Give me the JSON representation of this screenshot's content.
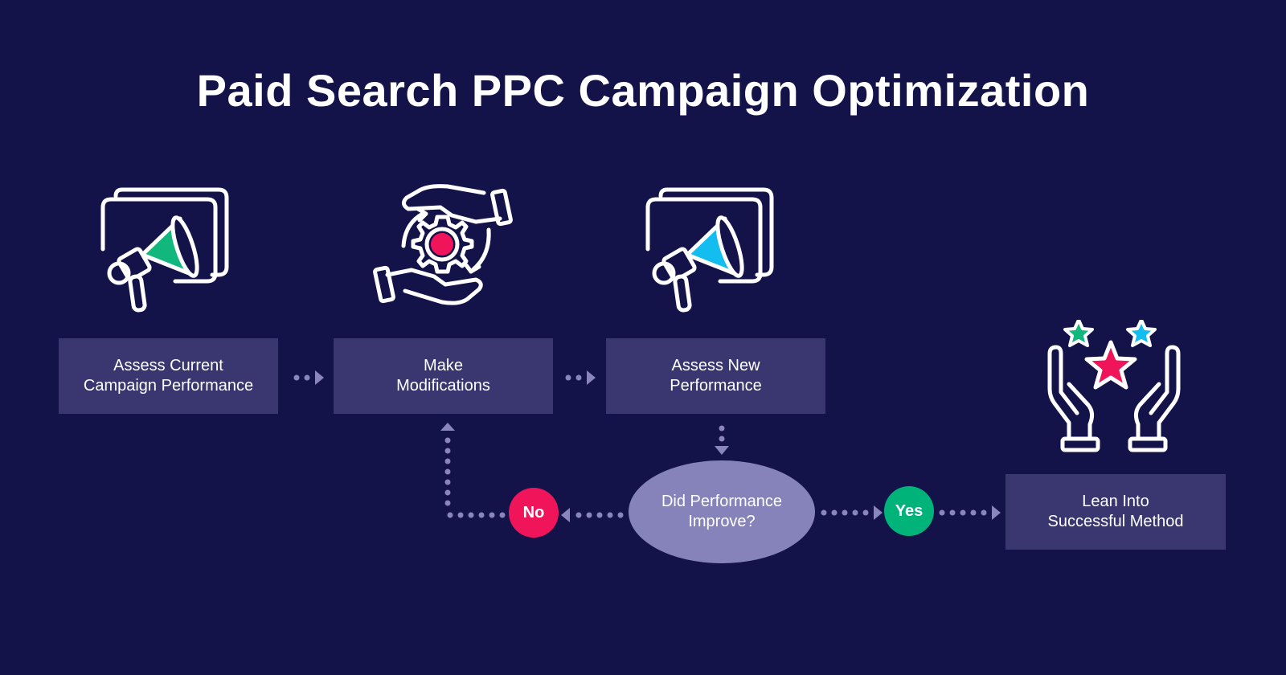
{
  "title": "Paid Search PPC Campaign Optimization",
  "colors": {
    "background": "#13134a",
    "box": "#3a3670",
    "decision": "#8683bb",
    "connector": "#8a86bd",
    "no": "#f0145a",
    "yes": "#00b378",
    "green_accent": "#12b77e",
    "blue_accent": "#13bdf0",
    "pink_accent": "#f0145a"
  },
  "steps": [
    {
      "id": "assess-current",
      "label": "Assess Current\nCampaign Performance",
      "icon": "megaphone-icon-green"
    },
    {
      "id": "make-modifications",
      "label": "Make\nModifications",
      "icon": "hands-gear-icon"
    },
    {
      "id": "assess-new",
      "label": "Assess New\nPerformance",
      "icon": "megaphone-icon-blue"
    },
    {
      "id": "lean-into",
      "label": "Lean Into\nSuccessful Method",
      "icon": "hands-stars-icon"
    }
  ],
  "decision": {
    "label": "Did Performance\nImprove?"
  },
  "branches": {
    "no": "No",
    "yes": "Yes"
  }
}
